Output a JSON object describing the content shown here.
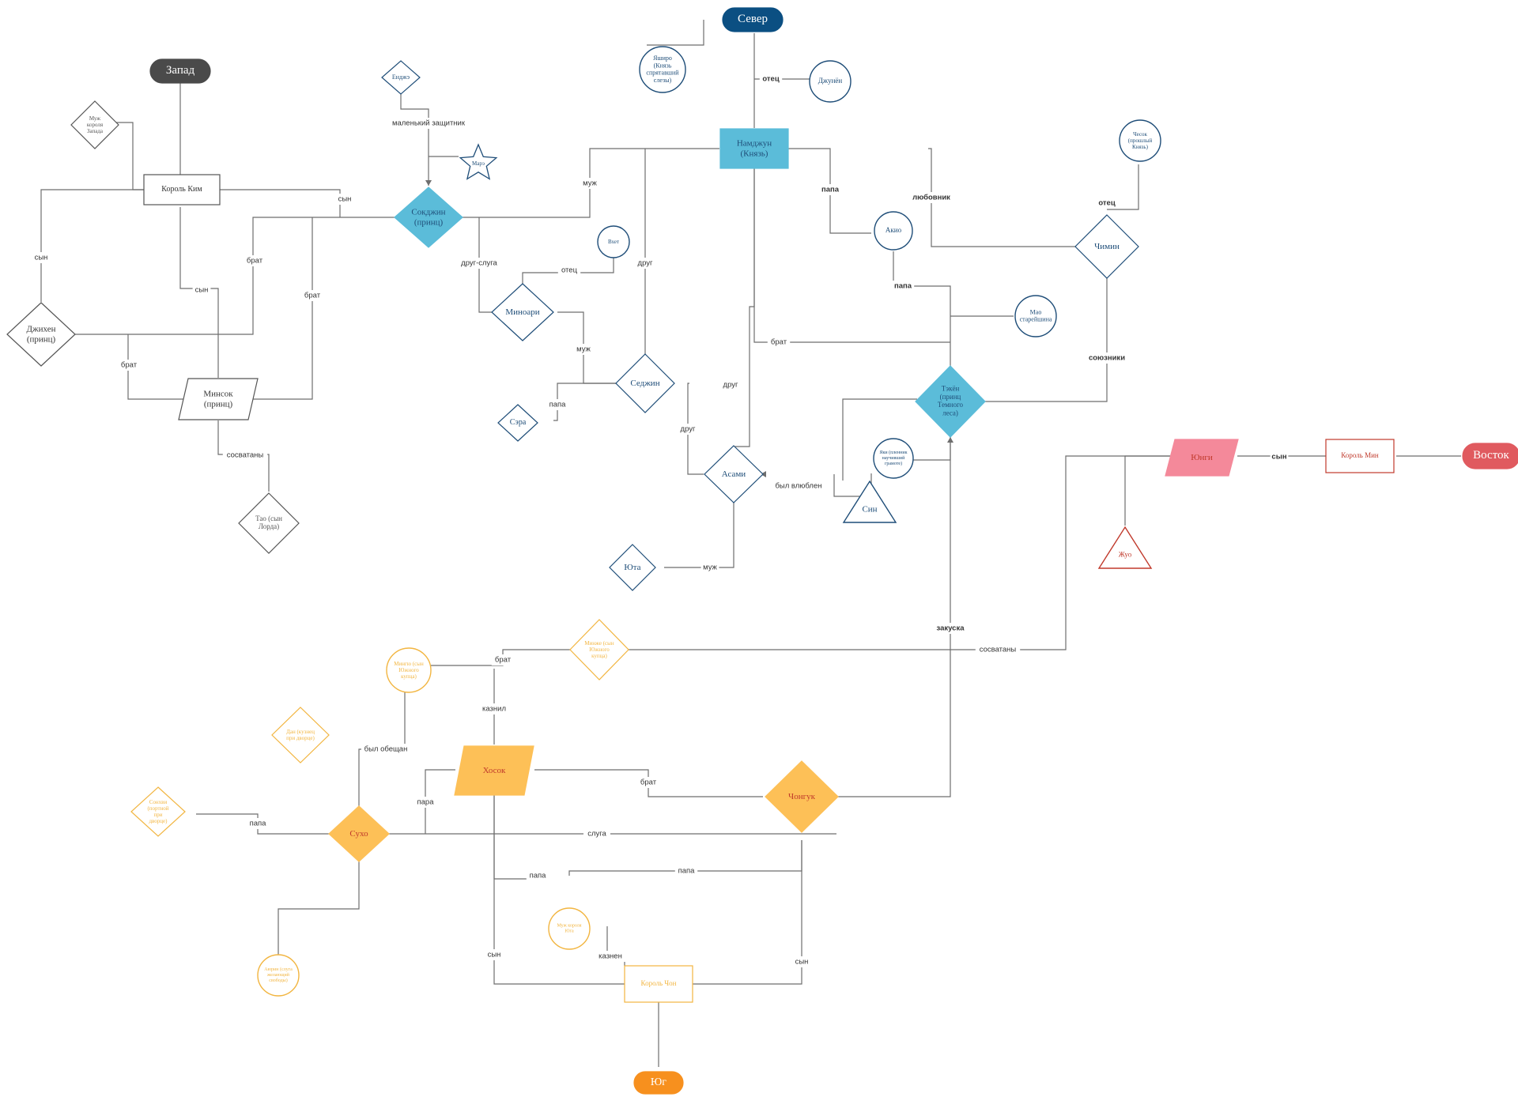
{
  "colors": {
    "west": "#4a4a4a",
    "north": "#0b4f82",
    "south": "#f7901e",
    "east": "#e05a5f",
    "blue_fill": "#5bbcd9",
    "blue_line": "#1e4d78",
    "yellow_fill": "#fdc057",
    "yellow_line": "#f2b540",
    "pink_fill": "#f4899a",
    "red_line": "#c0392b",
    "grey_line": "#555555",
    "edge": "#6e6e6e"
  },
  "nodes": {
    "zapad": "Запад",
    "sever": "Север",
    "vostok": "Восток",
    "yug": "Юг",
    "muzh_korolya_zapada": "Муж короля Запада",
    "korol_kim": "Король Ким",
    "dzhikhen": "Джихен (принц)",
    "minsok": "Минсок (принц)",
    "tao": "Тао (сын Лорда)",
    "endzhe": "Енджэ",
    "mare": "Марэ",
    "sokdzhin": "Сокджин (принц)",
    "yashiro": "Яширо (Князь спрятавший слезы)",
    "dzhunyon": "Джунён",
    "namdzhun": "Намджун (Князь)",
    "vkhet": "Вхет",
    "minoari": "Миноари",
    "sedzhin": "Седжин",
    "sera": "Сэра",
    "asami": "Асами",
    "yuta": "Юта",
    "akio": "Акио",
    "chimin": "Чимин",
    "chesok": "Чесок (прошлый Князь)",
    "mao": "Мао старейшина",
    "tekyon": "Тэкён (принц Темного леса)",
    "yaki": "Яки (пленник научивший грамоте)",
    "sin": "Син",
    "yungi": "Юнги",
    "korol_min": "Король Мин",
    "zhuo": "Жуо",
    "mingyu": "Мингю (сын Южного купца)",
    "minzhe": "Минже (сын Южного купца)",
    "dan": "Дан (кузнец при дворце)",
    "soshvi": "Сонхви (портной при дворце)",
    "hosok": "Хосок",
    "chonguk": "Чонгук",
    "suho": "Сухо",
    "ayeon": "Аюрин (слуга желающий свободы)",
    "muzh_korolya_yuga": "Муж короля Юга",
    "korol_chon": "Король Чон"
  },
  "edge_labels": {
    "son1": "сын",
    "son2": "сын",
    "son3": "сын",
    "brother1": "брат",
    "brother2": "брат",
    "brother3": "брат",
    "sosvatany1": "сосватаны",
    "little_protector": "маленький защитник",
    "husband1": "муж",
    "friend_servant": "друг-слуга",
    "father1": "отец",
    "husband2": "муж",
    "papa1": "папа",
    "father2": "отец",
    "friend1": "друг",
    "friend2": "друг",
    "friend3": "друг",
    "husband3": "муж",
    "papa2": "папа",
    "papa3": "папа",
    "lover": "любовник",
    "father3": "отец",
    "brother4": "брат",
    "allies": "союзники",
    "was_in_love": "был влюблен",
    "son_east": "сын",
    "snack": "закуска",
    "sosvatany2": "сосватаны",
    "brother5": "брат",
    "executed1": "казнил",
    "was_promised": "был обещан",
    "pair": "пара",
    "brother6": "брат",
    "papa4": "папа",
    "servant": "слуга",
    "papa5": "папа",
    "papa6": "папа",
    "executed2": "казнен",
    "son4": "сын",
    "son5": "сын"
  }
}
